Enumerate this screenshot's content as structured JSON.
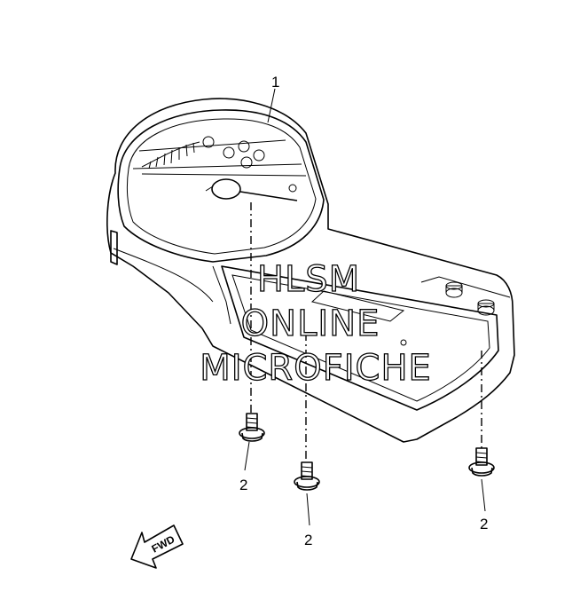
{
  "callouts": {
    "meter_assembly": "1",
    "screw_left": "2",
    "screw_center": "2",
    "screw_right": "2"
  },
  "watermark": {
    "line1": "HLSM",
    "line2": "ONLINE",
    "line3": "MICROFICHE"
  },
  "direction_arrow": {
    "label": "FWD"
  }
}
